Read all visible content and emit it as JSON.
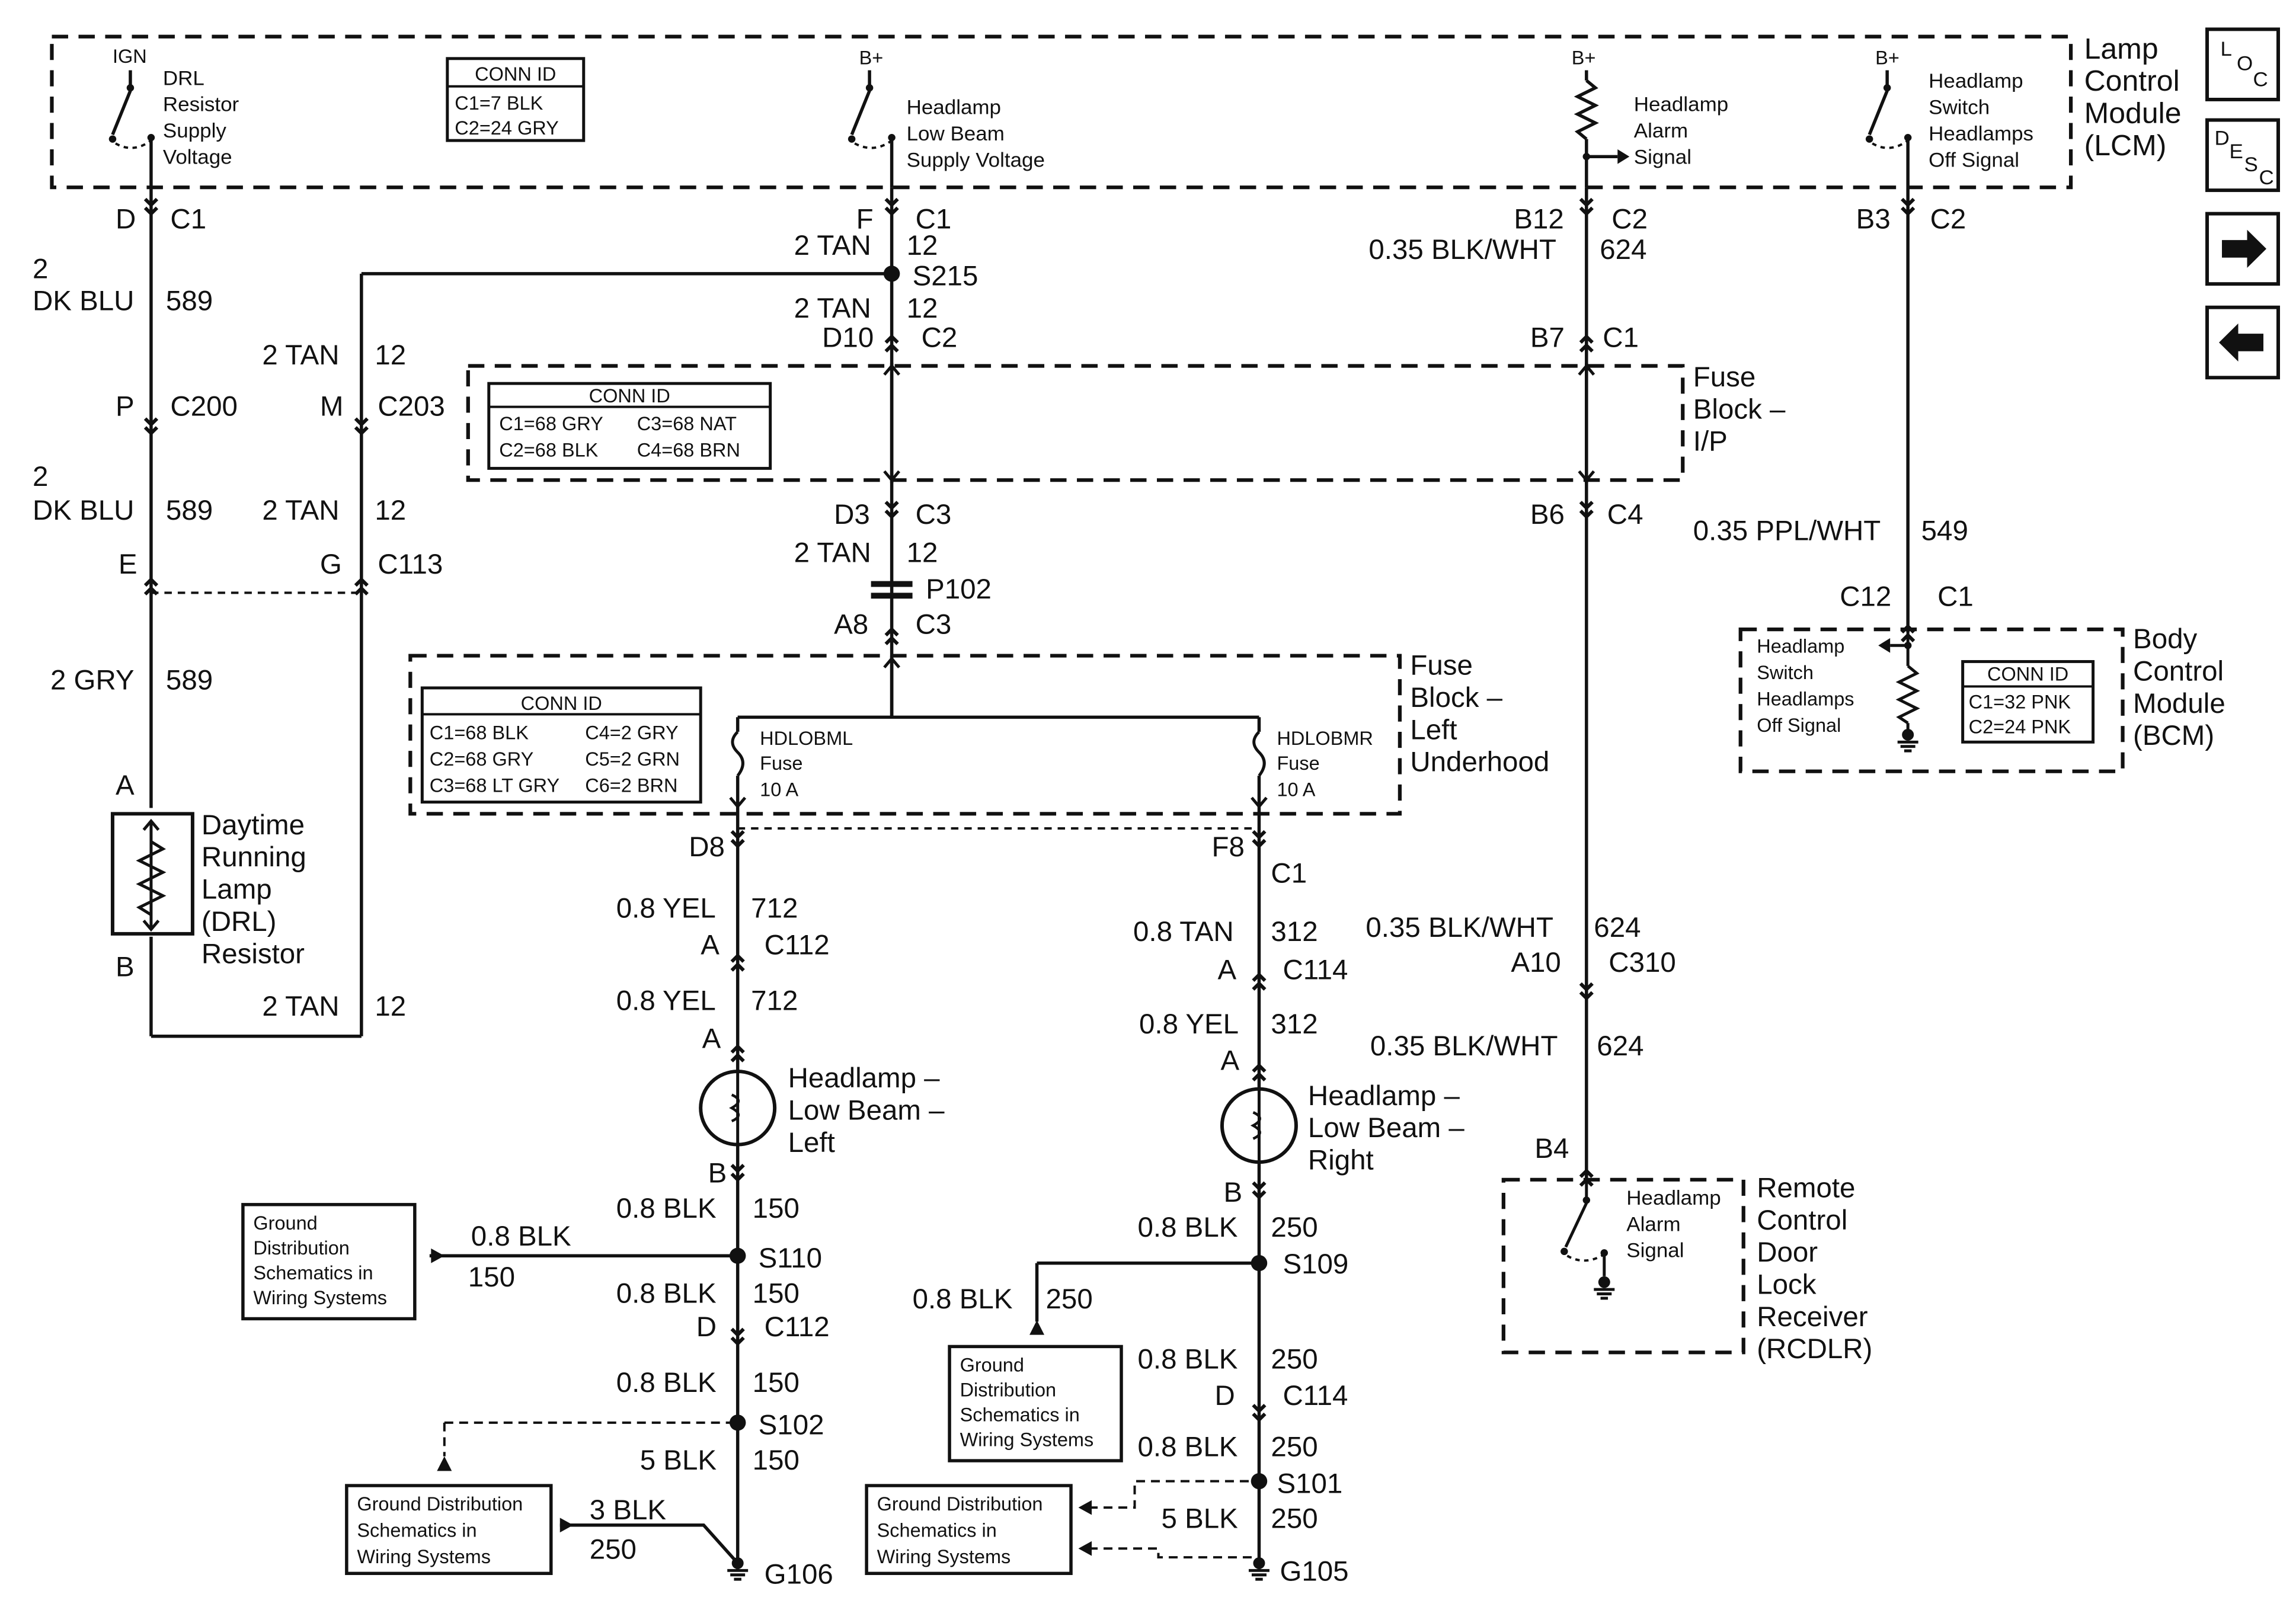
{
  "lcm": {
    "title": [
      "Lamp",
      "Control",
      "Module",
      "(LCM)"
    ],
    "ign": "IGN",
    "drl_supply": [
      "DRL",
      "Resistor",
      "Supply",
      "Voltage"
    ],
    "conn_id": "CONN ID",
    "conn_lines": [
      "C1=7 BLK",
      "C2=24 GRY"
    ],
    "bplus": "B+",
    "hlb_supply": [
      "Headlamp",
      "Low Beam",
      "Supply Voltage"
    ],
    "alarm": [
      "Headlamp",
      "Alarm",
      "Signal"
    ],
    "sw_off": [
      "Headlamp",
      "Switch",
      "Headlamps",
      "Off Signal"
    ]
  },
  "nav": {
    "loc": [
      "L",
      "O",
      "C"
    ],
    "desc": [
      "D",
      "E",
      "S",
      "C"
    ],
    "next": "→",
    "prev": "←"
  },
  "fb_ip": {
    "title": [
      "Fuse",
      "Block –",
      "I/P"
    ],
    "conn_id": "CONN ID",
    "rows": [
      [
        "C1=68 GRY",
        "C3=68 NAT"
      ],
      [
        "C2=68 BLK",
        "C4=68 BRN"
      ]
    ]
  },
  "fb_uh": {
    "title": [
      "Fuse",
      "Block –",
      "Left",
      "Underhood"
    ],
    "conn_id": "CONN ID",
    "rows": [
      [
        "C1=68 BLK",
        "C4=2 GRY"
      ],
      [
        "C2=68 GRY",
        "C5=2 GRN"
      ],
      [
        "C3=68 LT GRY",
        "C6=2 BRN"
      ]
    ],
    "fuse_l": [
      "HDLOBML",
      "Fuse",
      "10 A"
    ],
    "fuse_r": [
      "HDLOBMR",
      "Fuse",
      "10 A"
    ]
  },
  "bcm": {
    "title": [
      "Body",
      "Control",
      "Module",
      "(BCM)"
    ],
    "signal": [
      "Headlamp",
      "Switch",
      "Headlamps",
      "Off Signal"
    ],
    "conn_id": "CONN ID",
    "conn_lines": [
      "C1=32 PNK",
      "C2=24 PNK"
    ]
  },
  "rcdlr": {
    "title": [
      "Remote",
      "Control",
      "Door",
      "Lock",
      "Receiver",
      "(RCDLR)"
    ],
    "signal": [
      "Headlamp",
      "Alarm",
      "Signal"
    ]
  },
  "drl": {
    "title": [
      "Daytime",
      "Running",
      "Lamp",
      "(DRL)",
      "Resistor"
    ]
  },
  "lamp_left": {
    "title": [
      "Headlamp –",
      "Low Beam –",
      "Left"
    ]
  },
  "lamp_right": {
    "title": [
      "Headlamp –",
      "Low Beam –",
      "Right"
    ]
  },
  "gd": {
    "g1": [
      "Ground",
      "Distribution",
      "Schematics in",
      "Wiring Systems"
    ],
    "g2": [
      "Ground",
      "Distribution",
      "Schematics in",
      "Wiring Systems"
    ],
    "g3": [
      "Ground Distribution",
      "Schematics in",
      "Wiring Systems"
    ],
    "g4": [
      "Ground Distribution",
      "Schematics in",
      "Wiring Systems"
    ]
  },
  "labels": [
    {
      "t": "D"
    },
    {
      "t": "C1"
    },
    {
      "t": "2"
    },
    {
      "t": "DK BLU"
    },
    {
      "t": "589"
    },
    {
      "t": "P"
    },
    {
      "t": "C200"
    },
    {
      "t": "2"
    },
    {
      "t": "DK BLU"
    },
    {
      "t": "589"
    },
    {
      "t": "E"
    },
    {
      "t": "2 GRY"
    },
    {
      "t": "589"
    },
    {
      "t": "A"
    },
    {
      "t": "B"
    },
    {
      "t": "2 TAN"
    },
    {
      "t": "12"
    },
    {
      "t": "M"
    },
    {
      "t": "C203"
    },
    {
      "t": "2 TAN"
    },
    {
      "t": "12"
    },
    {
      "t": "G"
    },
    {
      "t": "C113"
    },
    {
      "t": "2 TAN"
    },
    {
      "t": "12"
    },
    {
      "t": "F"
    },
    {
      "t": "C1"
    },
    {
      "t": "2 TAN"
    },
    {
      "t": "12"
    },
    {
      "t": "S215"
    },
    {
      "t": "2 TAN"
    },
    {
      "t": "12"
    },
    {
      "t": "D10"
    },
    {
      "t": "C2"
    },
    {
      "t": "D3"
    },
    {
      "t": "C3"
    },
    {
      "t": "2 TAN"
    },
    {
      "t": "12"
    },
    {
      "t": "P102"
    },
    {
      "t": "A8"
    },
    {
      "t": "C3"
    },
    {
      "t": "B12"
    },
    {
      "t": "C2"
    },
    {
      "t": "0.35 BLK/WHT"
    },
    {
      "t": "624"
    },
    {
      "t": "B7"
    },
    {
      "t": "C1"
    },
    {
      "t": "B6"
    },
    {
      "t": "C4"
    },
    {
      "t": "0.35 BLK/WHT"
    },
    {
      "t": "624"
    },
    {
      "t": "A10"
    },
    {
      "t": "C310"
    },
    {
      "t": "0.35 BLK/WHT"
    },
    {
      "t": "624"
    },
    {
      "t": "B4"
    },
    {
      "t": "B3"
    },
    {
      "t": "C2"
    },
    {
      "t": "0.35 PPL/WHT"
    },
    {
      "t": "549"
    },
    {
      "t": "C12"
    },
    {
      "t": "C1"
    },
    {
      "t": "D8"
    },
    {
      "t": "0.8 YEL"
    },
    {
      "t": "712"
    },
    {
      "t": "A"
    },
    {
      "t": "C112"
    },
    {
      "t": "0.8 YEL"
    },
    {
      "t": "712"
    },
    {
      "t": "A"
    },
    {
      "t": "B"
    },
    {
      "t": "0.8 BLK"
    },
    {
      "t": "150"
    },
    {
      "t": "0.8 BLK"
    },
    {
      "t": "150"
    },
    {
      "t": "S110"
    },
    {
      "t": "0.8 BLK"
    },
    {
      "t": "150"
    },
    {
      "t": "D"
    },
    {
      "t": "C112"
    },
    {
      "t": "0.8 BLK"
    },
    {
      "t": "150"
    },
    {
      "t": "S102"
    },
    {
      "t": "5 BLK"
    },
    {
      "t": "150"
    },
    {
      "t": "3 BLK"
    },
    {
      "t": "250"
    },
    {
      "t": "G106"
    },
    {
      "t": "F8"
    },
    {
      "t": "C1"
    },
    {
      "t": "0.8 TAN"
    },
    {
      "t": "312"
    },
    {
      "t": "A"
    },
    {
      "t": "C114"
    },
    {
      "t": "0.8 YEL"
    },
    {
      "t": "312"
    },
    {
      "t": "A"
    },
    {
      "t": "B"
    },
    {
      "t": "0.8 BLK"
    },
    {
      "t": "250"
    },
    {
      "t": "S109"
    },
    {
      "t": "0.8 BLK"
    },
    {
      "t": "250"
    },
    {
      "t": "0.8 BLK"
    },
    {
      "t": "250"
    },
    {
      "t": "D"
    },
    {
      "t": "C114"
    },
    {
      "t": "0.8 BLK"
    },
    {
      "t": "250"
    },
    {
      "t": "S101"
    },
    {
      "t": "5 BLK"
    },
    {
      "t": "250"
    },
    {
      "t": "G105"
    }
  ]
}
